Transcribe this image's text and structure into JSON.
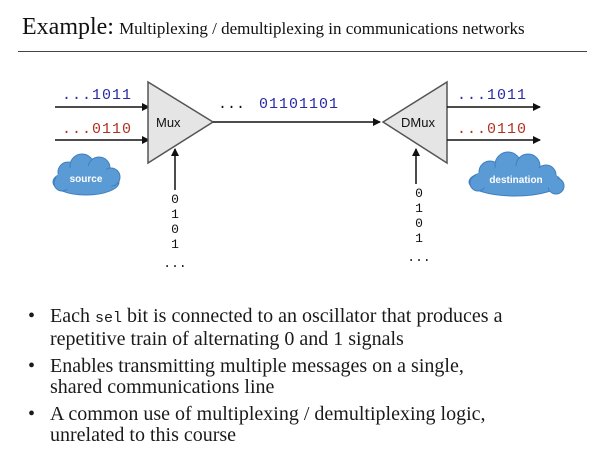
{
  "title": {
    "main": "Example:",
    "sub": "Multiplexing / demultiplexing in communications networks"
  },
  "diagram": {
    "mux": {
      "label": "Mux",
      "inputs": [
        "...1011",
        "...0110"
      ],
      "select_bits": [
        "0",
        "1",
        "0",
        "1",
        "..."
      ]
    },
    "line": {
      "prefix": "...",
      "bits": "01101101"
    },
    "dmux": {
      "label": "DMux",
      "outputs": [
        "...1011",
        "...0110"
      ],
      "select_bits": [
        "0",
        "1",
        "0",
        "1",
        "..."
      ]
    },
    "clouds": {
      "source": "source",
      "destination": "destination"
    },
    "colors": {
      "blue_bits": "#2a2aa8",
      "red_bits": "#b23222",
      "gate_fill": "#e5e5e5",
      "cloud_fill": "#5b9bd5"
    }
  },
  "bullets": [
    {
      "parts": [
        "Each ",
        "sel",
        " bit is connected to an oscillator that produces a"
      ],
      "line2": "repetitive train of alternating 0 and 1 signals"
    },
    {
      "text": "Enables transmitting multiple messages on a single,",
      "line2": "shared communications line"
    },
    {
      "text": "A common use of multiplexing / demultiplexing logic,",
      "line2": "unrelated to this course"
    }
  ]
}
